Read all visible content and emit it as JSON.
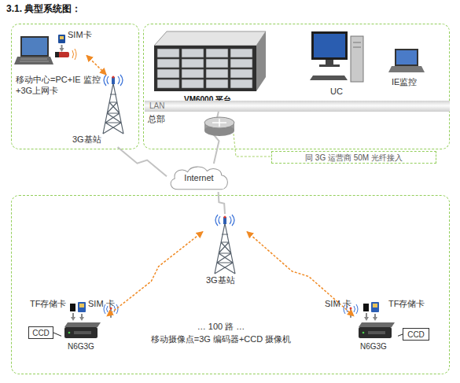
{
  "diagram": {
    "title": "3.1. 典型系统图：",
    "nodes": [
      {
        "text": [
          "移动中心=PC+IE 监控+3G上网卡"
        ]
      },
      {
        "text": [
          "SIM卡"
        ],
        "in": 0
      },
      {
        "text": [
          "3G基站"
        ],
        "in": 0
      },
      {
        "text": [
          "总部"
        ]
      },
      {
        "text": [
          "VM6000 平台"
        ],
        "in": 3
      },
      {
        "text": [
          "UC"
        ],
        "in": 3
      },
      {
        "text": [
          "IE监控"
        ],
        "in": 3
      },
      {
        "text": [
          "LAN"
        ],
        "in": 3
      },
      {
        "text": [
          "同 3G 运营商 50M 光纤接入"
        ]
      },
      {
        "text": [
          "Internet"
        ]
      },
      {
        "text": [
          "… 100 路 …",
          "移动摄像点=3G 编码器+CCD 摄像机"
        ]
      },
      {
        "text": [
          "3G基站"
        ],
        "in": 10
      },
      {
        "text": [
          "N6G3G"
        ],
        "in": 10
      },
      {
        "text": [
          "CCD"
        ],
        "in": 10
      },
      {
        "text": [
          "N6G3G"
        ],
        "in": 10
      },
      {
        "text": [
          "CCD"
        ],
        "in": 10
      }
    ],
    "edges": [
      {
        "from": 1,
        "to": 2,
        "arrow": "both"
      },
      {
        "from": 2,
        "to": 9,
        "arrow": "none"
      },
      {
        "from": 7,
        "to": 9,
        "arrow": "none"
      },
      {
        "from": 9,
        "to": 11,
        "arrow": "none"
      },
      {
        "from": 11,
        "to": 12,
        "arrow": "both"
      },
      {
        "from": 11,
        "to": 14,
        "arrow": "both"
      },
      {
        "from": 13,
        "to": 12,
        "arrow": "none"
      },
      {
        "from": 15,
        "to": 14,
        "arrow": "none"
      }
    ],
    "labels": [
      "TF存储卡",
      "SIM 卡",
      "SIM 卡",
      "TF存储卡"
    ]
  }
}
